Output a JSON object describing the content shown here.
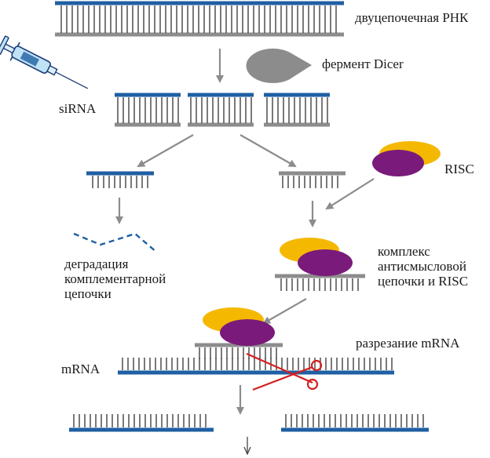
{
  "labels": {
    "dsrna": "двуцепочечная РНК",
    "dicer": "фермент Dicer",
    "sirna": "siRNA",
    "risc": "RISC",
    "degradation": [
      "деградация",
      "комплементарной",
      "цепочки"
    ],
    "complex": [
      "комплекс",
      "антисмысловой",
      "цепочки и RISC"
    ],
    "cutting": "разрезание mRNA",
    "mrna": "mRNA"
  },
  "colors": {
    "sense_strand": "#1f5fa3",
    "antisense_strand": "#8c8c8c",
    "tick": "#333333",
    "arrow": "#8c8c8c",
    "dicer": "#8c8c8c",
    "risc_yellow": "#f5b800",
    "risc_purple": "#7a1a7a",
    "scissors": "#d42020"
  },
  "icons": {
    "syringe": "syringe-icon",
    "scissors": "scissors-icon",
    "dicer": "dicer-pacman-icon"
  }
}
